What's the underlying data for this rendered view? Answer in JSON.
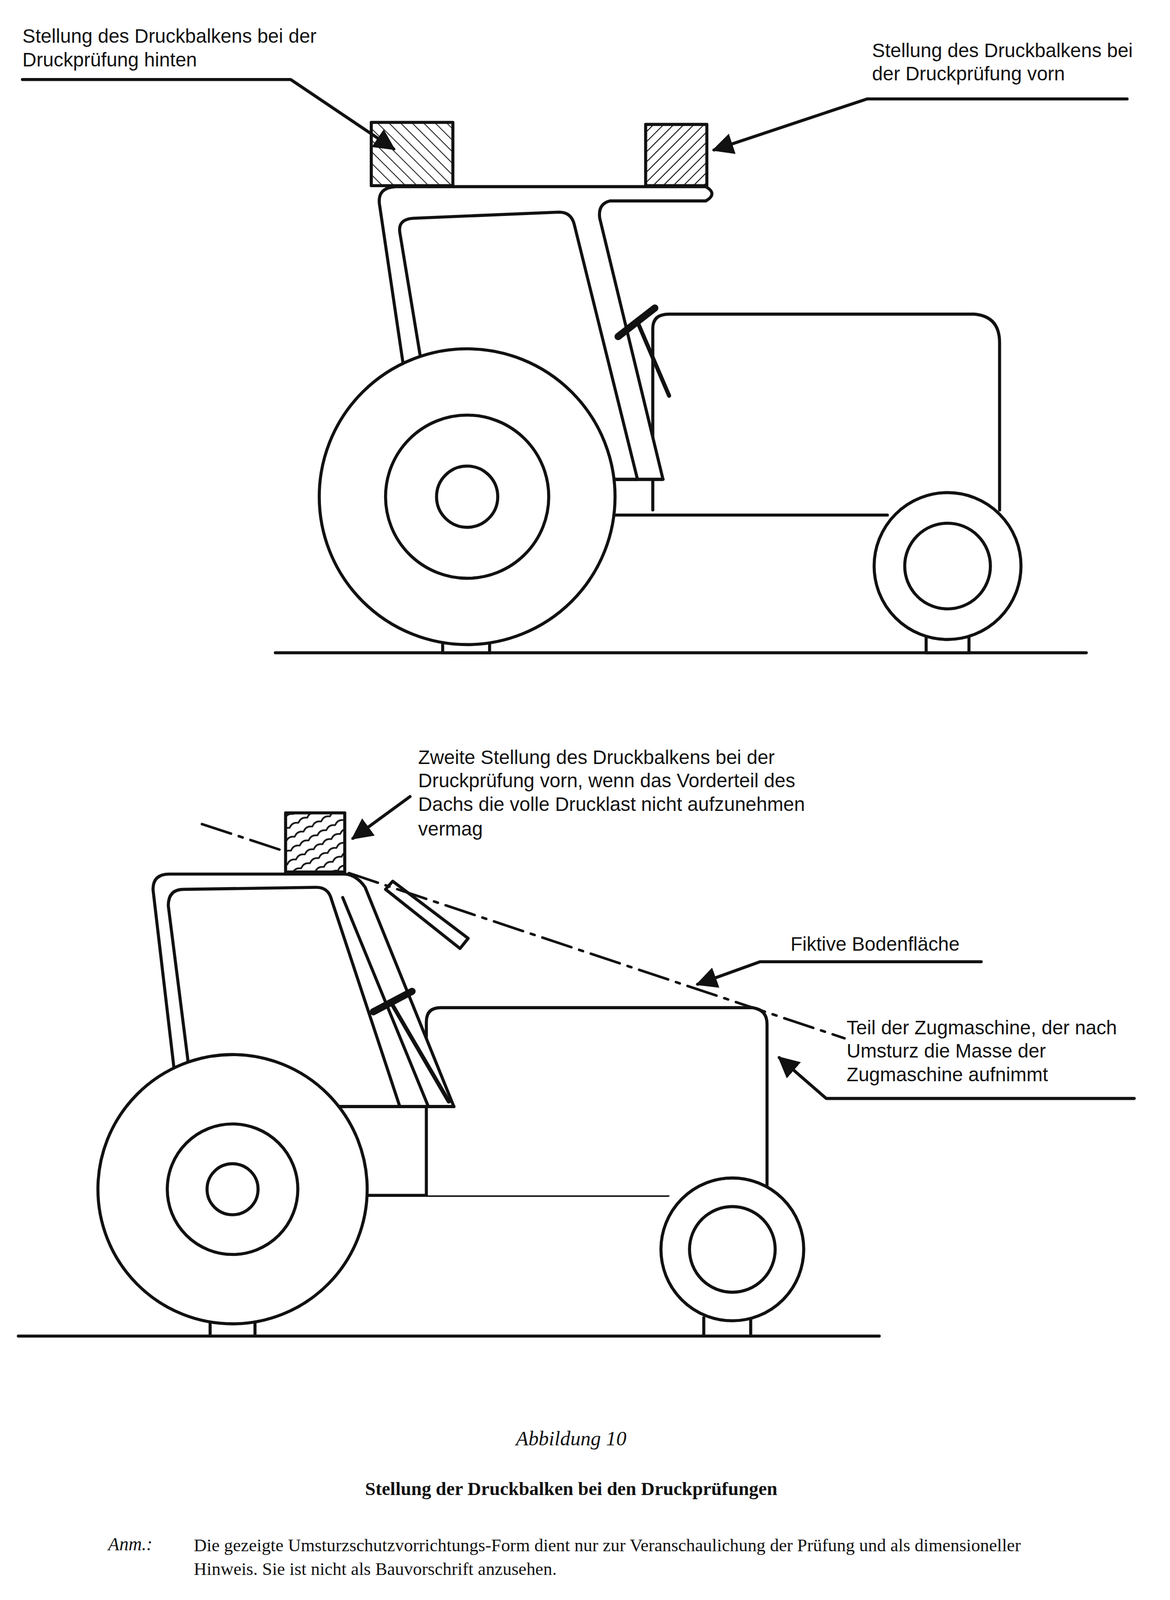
{
  "diagram": {
    "title": "Abbildung 10",
    "caption": "Stellung der Druckbalken bei den Druckprüfungen",
    "labels": [
      "Stellung des Druckbalkens bei der Druckprüfung hinten",
      "Stellung des Druckbalkens bei der Druckprüfung vorn",
      "Zweite Stellung des Druckbalkens bei der Druckprüfung vorn, wenn das Vorderteil des Dachs die volle Drucklast nicht aufzunehmen vermag",
      "Fiktive Bodenfläche",
      "Teil der Zugmaschine, der nach Umsturz die Masse der Zugmaschine aufnimmt",
      "Anm.:",
      "Die gezeigte Umsturzschutzvorrichtungs-Form dient nur zur Veranschaulichung der Prüfung und als dimensioneller Hinweis. Sie ist nicht als Bauvorschrift anzusehen."
    ]
  }
}
